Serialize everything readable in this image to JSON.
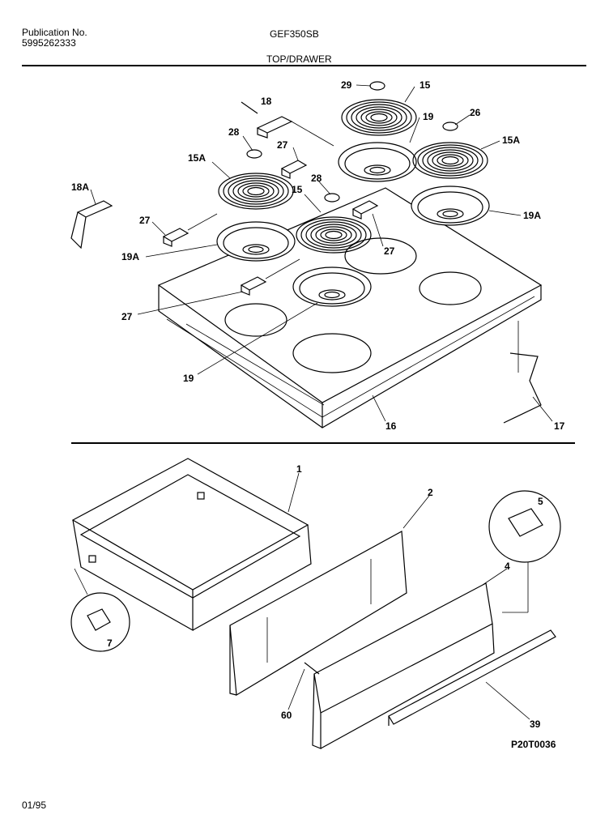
{
  "header": {
    "pub_label": "Publication No.",
    "pub_number": "5995262333",
    "model": "GEF350SB",
    "section": "TOP/DRAWER"
  },
  "footer": {
    "date": "01/95",
    "drawing_code": "P20T0036"
  },
  "callouts": {
    "c29": "29",
    "c15_top": "15",
    "c18": "18",
    "c19_top": "19",
    "c26": "26",
    "c28_left": "28",
    "c27_a": "27",
    "c15A_right": "15A",
    "c15A_left": "15A",
    "c28_mid": "28",
    "c15_mid": "15",
    "c18A": "18A",
    "c27_left": "27",
    "c19A_right": "19A",
    "c27_right": "27",
    "c19A_left": "19A",
    "c27_low": "27",
    "c19_low": "19",
    "c16": "16",
    "c17": "17",
    "c1": "1",
    "c2": "2",
    "c5": "5",
    "c4": "4",
    "c7": "7",
    "c60": "60",
    "c39": "39"
  }
}
